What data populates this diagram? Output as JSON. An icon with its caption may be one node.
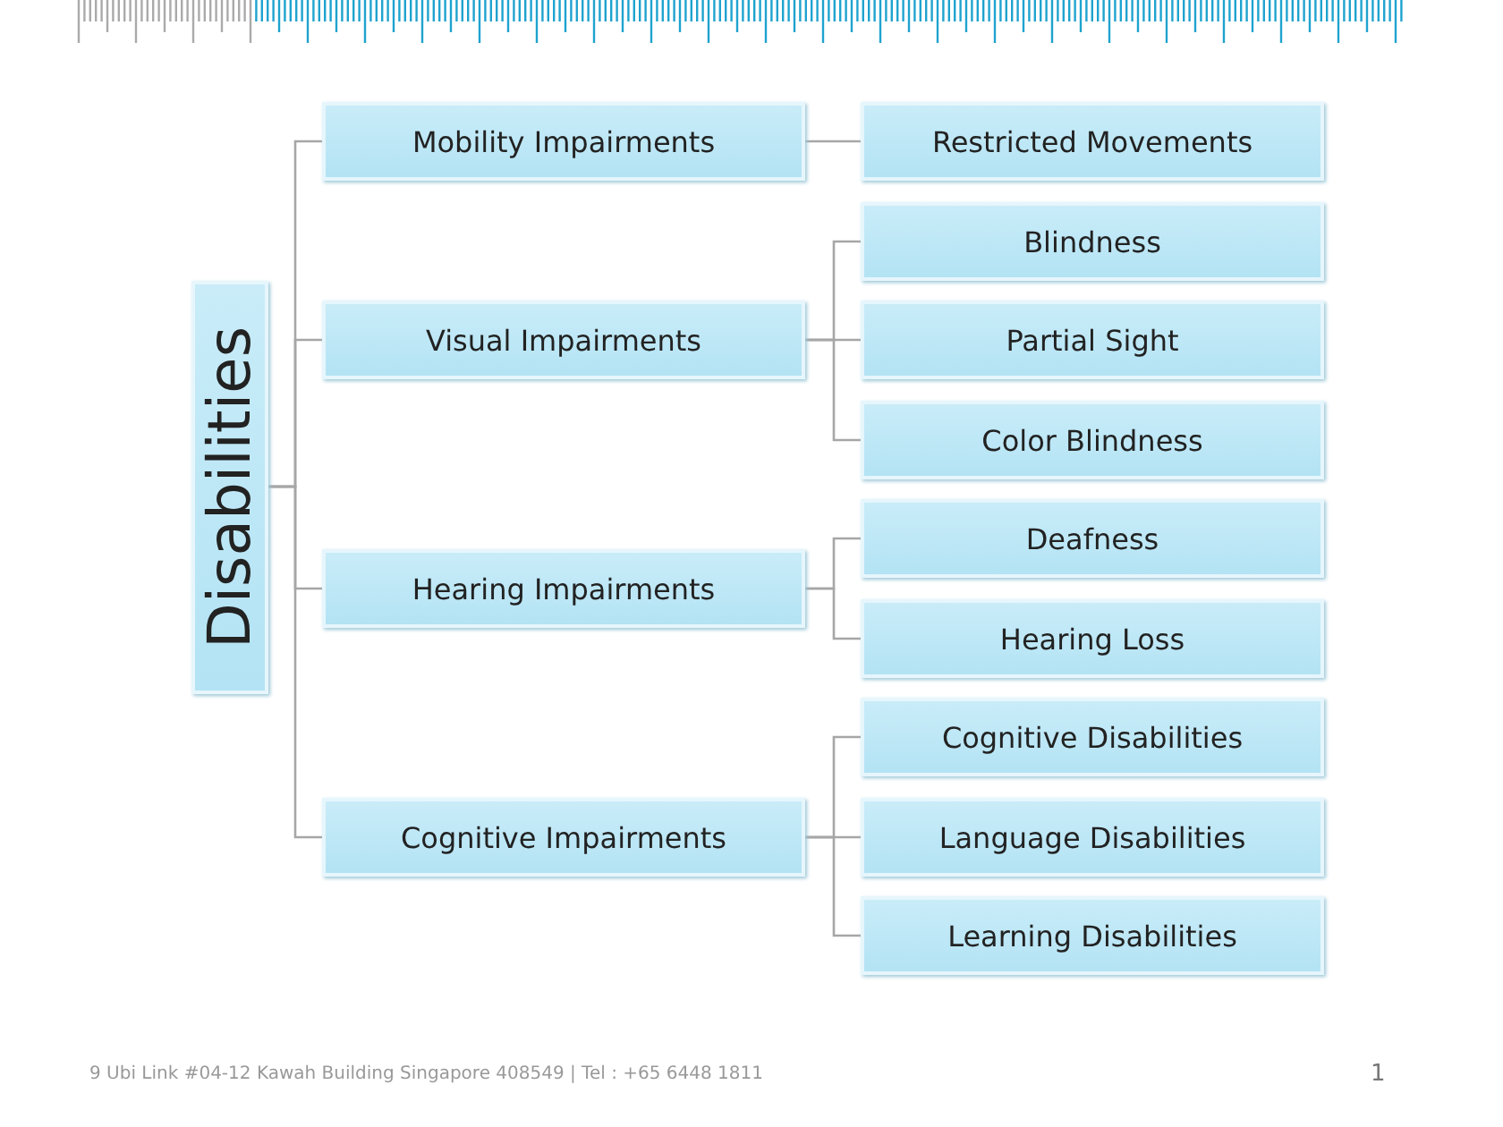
{
  "diagram": {
    "nodes": [
      {
        "text": [
          "Disabilities"
        ]
      },
      {
        "text": [
          "Mobility Impairments"
        ]
      },
      {
        "text": [
          "Restricted Movements"
        ]
      },
      {
        "text": [
          "Visual Impairments"
        ]
      },
      {
        "text": [
          "Blindness"
        ]
      },
      {
        "text": [
          "Partial Sight"
        ]
      },
      {
        "text": [
          "Color Blindness"
        ]
      },
      {
        "text": [
          "Hearing Impairments"
        ]
      },
      {
        "text": [
          "Deafness"
        ]
      },
      {
        "text": [
          "Hearing Loss"
        ]
      },
      {
        "text": [
          "Cognitive Impairments"
        ]
      },
      {
        "text": [
          "Cognitive Disabilities"
        ]
      },
      {
        "text": [
          "Language Disabilities"
        ]
      },
      {
        "text": [
          "Learning Disabilities"
        ]
      }
    ],
    "edges": [
      {
        "from": 0,
        "to": 1,
        "arrow": "none"
      },
      {
        "from": 0,
        "to": 3,
        "arrow": "none"
      },
      {
        "from": 0,
        "to": 7,
        "arrow": "none"
      },
      {
        "from": 0,
        "to": 10,
        "arrow": "none"
      },
      {
        "from": 1,
        "to": 2,
        "arrow": "none"
      },
      {
        "from": 3,
        "to": 4,
        "arrow": "none"
      },
      {
        "from": 3,
        "to": 5,
        "arrow": "none"
      },
      {
        "from": 3,
        "to": 6,
        "arrow": "none"
      },
      {
        "from": 7,
        "to": 8,
        "arrow": "none"
      },
      {
        "from": 7,
        "to": 9,
        "arrow": "none"
      },
      {
        "from": 10,
        "to": 11,
        "arrow": "none"
      },
      {
        "from": 10,
        "to": 12,
        "arrow": "none"
      },
      {
        "from": 10,
        "to": 13,
        "arrow": "none"
      }
    ],
    "labels": [
      "9 Ubi Link #04-12 Kawah Building Singapore 408549 | Tel : +65 6448 1811",
      "1"
    ]
  }
}
